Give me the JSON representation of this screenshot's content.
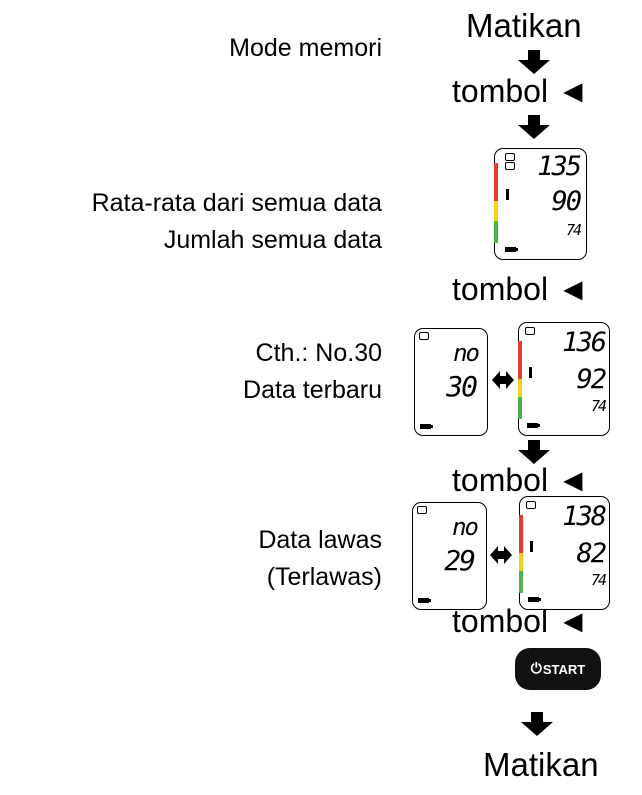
{
  "flow": {
    "start": "Matikan",
    "end": "Matikan",
    "button_label": "tombol ◄",
    "start_button": {
      "symbol": "⏻",
      "text": "START"
    }
  },
  "labels": {
    "memory_mode": "Mode memori",
    "average_line1": "Rata-rata dari semua data",
    "average_line2": "Jumlah semua data",
    "example_line1": "Cth.: No.30",
    "example_line2": "Data terbaru",
    "old_line1": "Data lawas",
    "old_line2": "(Terlawas)"
  },
  "displays": {
    "average": {
      "sys": "135",
      "dia": "90",
      "pulse": "74"
    },
    "newest": {
      "no_label": "no",
      "number": "30",
      "sys": "136",
      "dia": "92",
      "pulse": "74"
    },
    "oldest": {
      "no_label": "no",
      "number": "29",
      "sys": "138",
      "dia": "82",
      "pulse": "74"
    }
  },
  "colors": {
    "bar_red": "#e53935",
    "bar_yellow": "#f2d21b",
    "bar_green": "#4caf50",
    "button_bg": "#111111"
  }
}
